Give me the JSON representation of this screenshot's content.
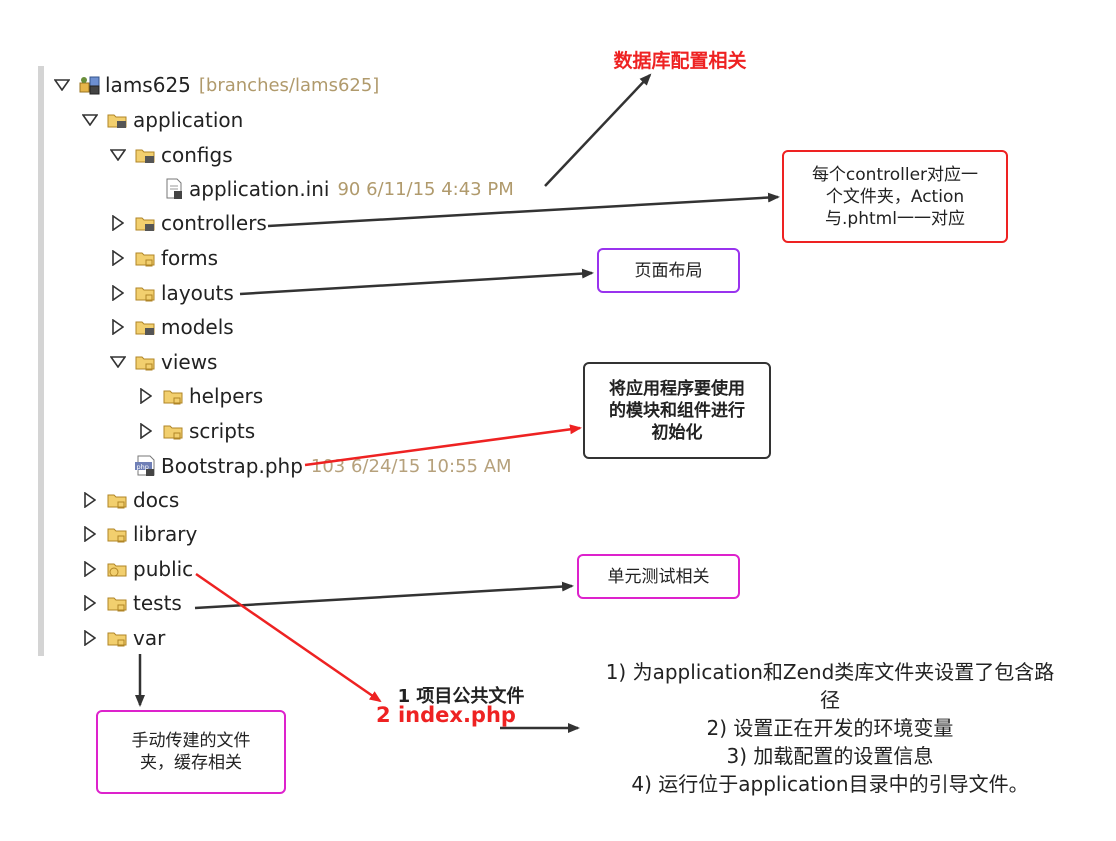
{
  "tree": {
    "root": {
      "label": "lams625",
      "meta": "[branches/lams625]"
    },
    "application": "application",
    "configs": "configs",
    "application_ini": {
      "label": "application.ini",
      "meta": "90  6/11/15 4:43 PM"
    },
    "controllers": "controllers",
    "forms": "forms",
    "layouts": "layouts",
    "models": "models",
    "views": "views",
    "helpers": "helpers",
    "scripts": "scripts",
    "bootstrap": {
      "label": "Bootstrap.php",
      "meta": "103  6/24/15 10:55 AM"
    },
    "docs": "docs",
    "library": "library",
    "public": "public",
    "tests": "tests",
    "var": "var"
  },
  "annotations": {
    "db_config": "数据库配置相关",
    "controller_note": [
      "每个controller对应一",
      "个文件夹，Action",
      "与.phtml一一对应"
    ],
    "layout_note": "页面布局",
    "bootstrap_note": [
      "将应用程序要使用",
      "的模块和组件进行",
      "初始化"
    ],
    "test_note": "单元测试相关",
    "var_note": [
      "手动传建的文件",
      "夹，缓存相关"
    ],
    "public_line1": "1 项目公共文件",
    "public_line2": "2 index.php",
    "index_steps": [
      "1) 为application和Zend类库文件夹设置了包含路",
      "径",
      "2) 设置正在开发的环境变量",
      "3) 加载配置的设置信息",
      "4) 运行位于application目录中的引导文件。"
    ]
  },
  "colors": {
    "red": "#ee2222",
    "purple": "#9933ee",
    "magenta": "#dd22cc",
    "dark": "#333333",
    "folder": "#e6b64a"
  }
}
